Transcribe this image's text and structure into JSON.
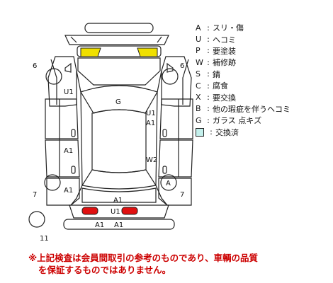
{
  "legend": [
    {
      "code": "A",
      "sep": ":",
      "text": "スリ・傷"
    },
    {
      "code": "U",
      "sep": ":",
      "text": "ヘコミ"
    },
    {
      "code": "P",
      "sep": ":",
      "text": "要塗装"
    },
    {
      "code": "W",
      "sep": ":",
      "text": "補修跡"
    },
    {
      "code": "S",
      "sep": ":",
      "text": "錆"
    },
    {
      "code": "C",
      "sep": ":",
      "text": "腐食"
    },
    {
      "code": "X",
      "sep": ":",
      "text": "要交換"
    },
    {
      "code": "B",
      "sep": ":",
      "text": "他の瑕疵を伴うヘコミ"
    },
    {
      "code": "G",
      "sep": ":",
      "text": "ガラス 点キズ"
    }
  ],
  "replaced": {
    "sep": ":",
    "text": "交換済",
    "swatch_color": "#c4f0ec"
  },
  "colors": {
    "highlight_yellow": "#f0e000",
    "highlight_red": "#e01010",
    "line": "#222222"
  },
  "damage_marks": {
    "wheel_front_left": "6",
    "wheel_front_right": "6",
    "front_left_fender": "U1",
    "windshield": "G",
    "right_front_door_1": "U1",
    "right_front_door_2": "A1",
    "left_rear_door": "A1",
    "right_rear_door": "W2",
    "left_rear_quarter": "A1",
    "wheel_rear_right_circle": "A",
    "wheel_rear_left": "7",
    "wheel_rear_right": "7",
    "rear_panel": "A1",
    "rear_lamp_area": "U1",
    "rear_bumper_left": "A1",
    "rear_bumper_right": "A1",
    "spare_tire": "11"
  },
  "disclaimer": {
    "line1": "※上記検査は会員間取引の参考のものであり、車輌の品質",
    "line2": "を保証するものではありません。"
  }
}
